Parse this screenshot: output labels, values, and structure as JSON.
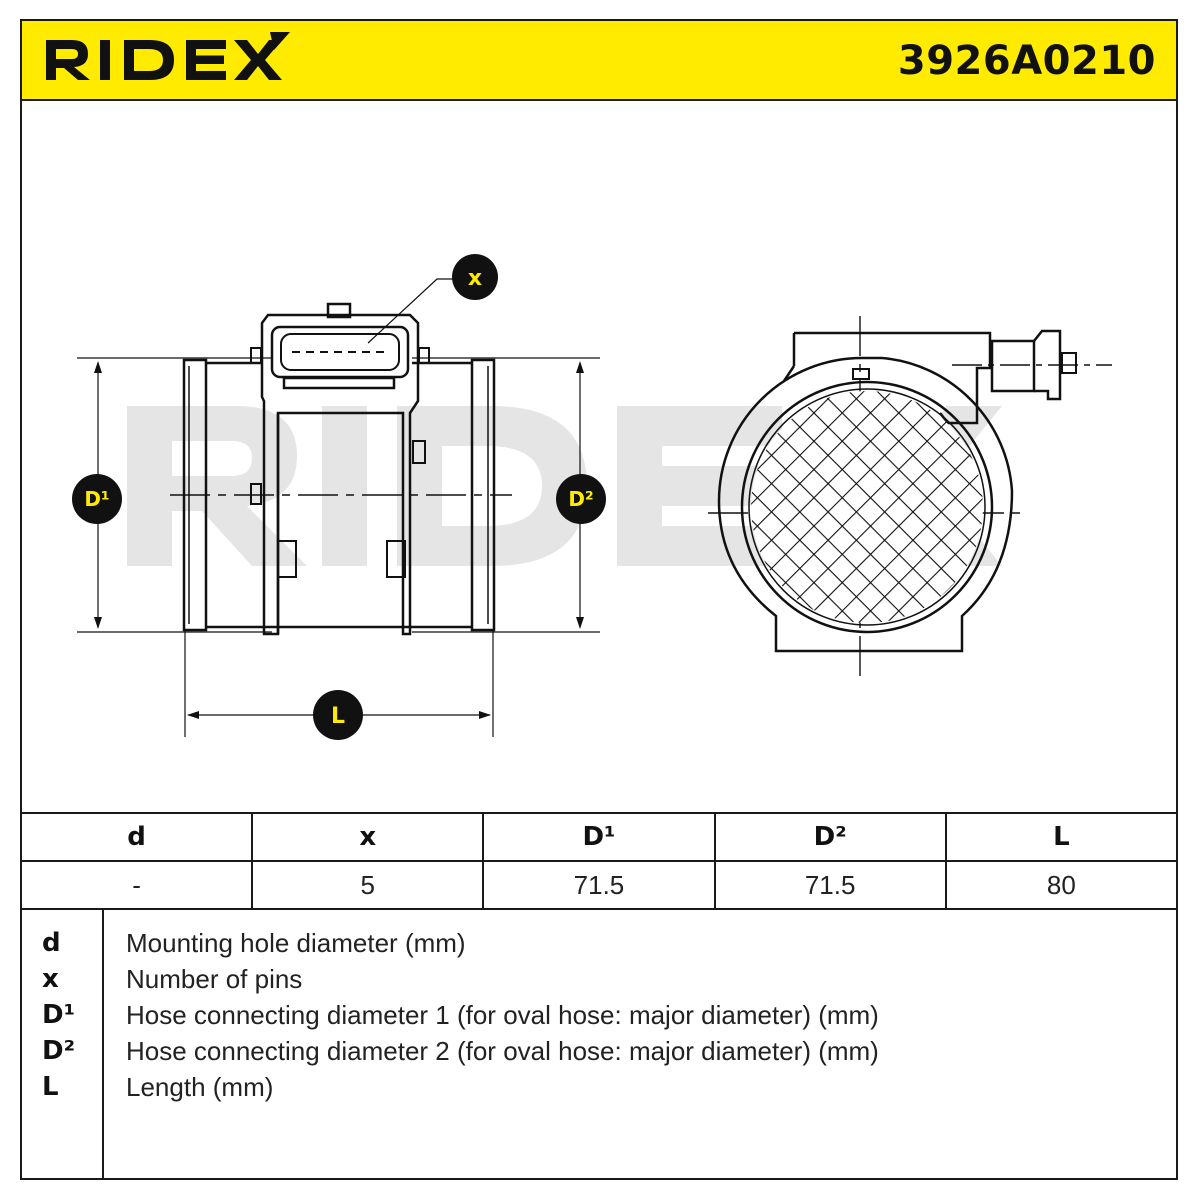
{
  "header": {
    "brand": "RIDEX",
    "part_number": "3926A0210",
    "background_color": "#ffeb00"
  },
  "drawing": {
    "callouts": {
      "x": "x",
      "d1": "D¹",
      "d2": "D²",
      "l": "L"
    },
    "callout_fill": "#111111",
    "callout_text_color": "#ffeb00",
    "watermark": "RIDEX"
  },
  "spec_table": {
    "headers": [
      "d",
      "x",
      "D¹",
      "D²",
      "L"
    ],
    "values": [
      "-",
      "5",
      "71.5",
      "71.5",
      "80"
    ]
  },
  "legend": [
    {
      "symbol": "d",
      "description": "Mounting hole diameter (mm)"
    },
    {
      "symbol": "x",
      "description": "Number of pins"
    },
    {
      "symbol": "D¹",
      "description": "Hose connecting diameter 1 (for oval hose: major diameter) (mm)"
    },
    {
      "symbol": "D²",
      "description": "Hose connecting diameter 2 (for oval hose: major diameter) (mm)"
    },
    {
      "symbol": "L",
      "description": "Length (mm)"
    }
  ]
}
